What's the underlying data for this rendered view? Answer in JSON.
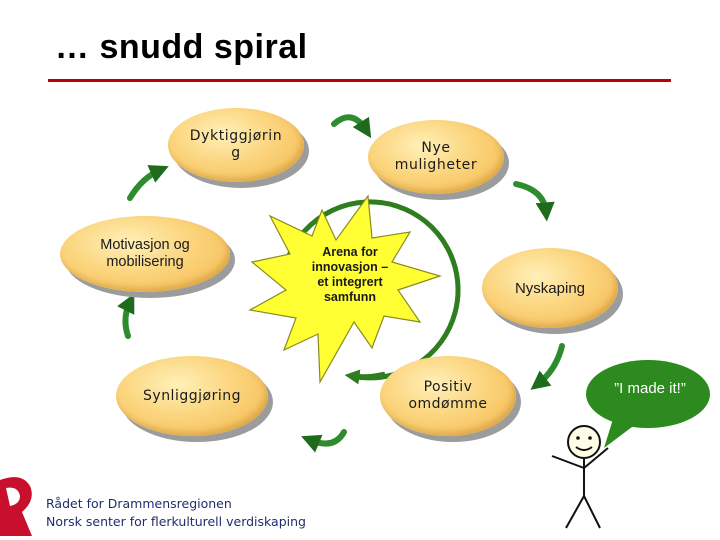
{
  "slide": {
    "title": "… snudd spiral"
  },
  "cycle": {
    "nodes": [
      {
        "id": "dyktig",
        "label": "Dyktiggjørin\ng"
      },
      {
        "id": "nye",
        "label": "Nye\nmuligheter"
      },
      {
        "id": "nysk",
        "label": "Nyskaping"
      },
      {
        "id": "positiv",
        "label": "Positiv\nomdømme"
      },
      {
        "id": "synlig",
        "label": "Synliggjøring"
      },
      {
        "id": "motiv",
        "label": "Motivasjon og\nmobilisering"
      }
    ],
    "center": {
      "label": "Arena for\ninnovasjon –\net integrert\nsamfunn"
    }
  },
  "callout": {
    "text": "”I made it!”"
  },
  "footer": {
    "line1": "Rådet for Drammensregionen",
    "line2": "Norsk senter for flerkulturell verdiskaping"
  },
  "colors": {
    "title_rule": "#c00000",
    "oval_fill": "#fbd47c",
    "star_fill": "#ffff33",
    "ring": "#2e7d1e",
    "arrow": "#2e8b2e",
    "speech_bubble": "#2c8a1e",
    "logo": "#c8102e",
    "footer_text": "#1f2f6b"
  },
  "icons": [
    "curved-arrow-icon",
    "starburst-icon",
    "stick-figure-icon",
    "speech-bubble-icon",
    "logo-icon"
  ]
}
